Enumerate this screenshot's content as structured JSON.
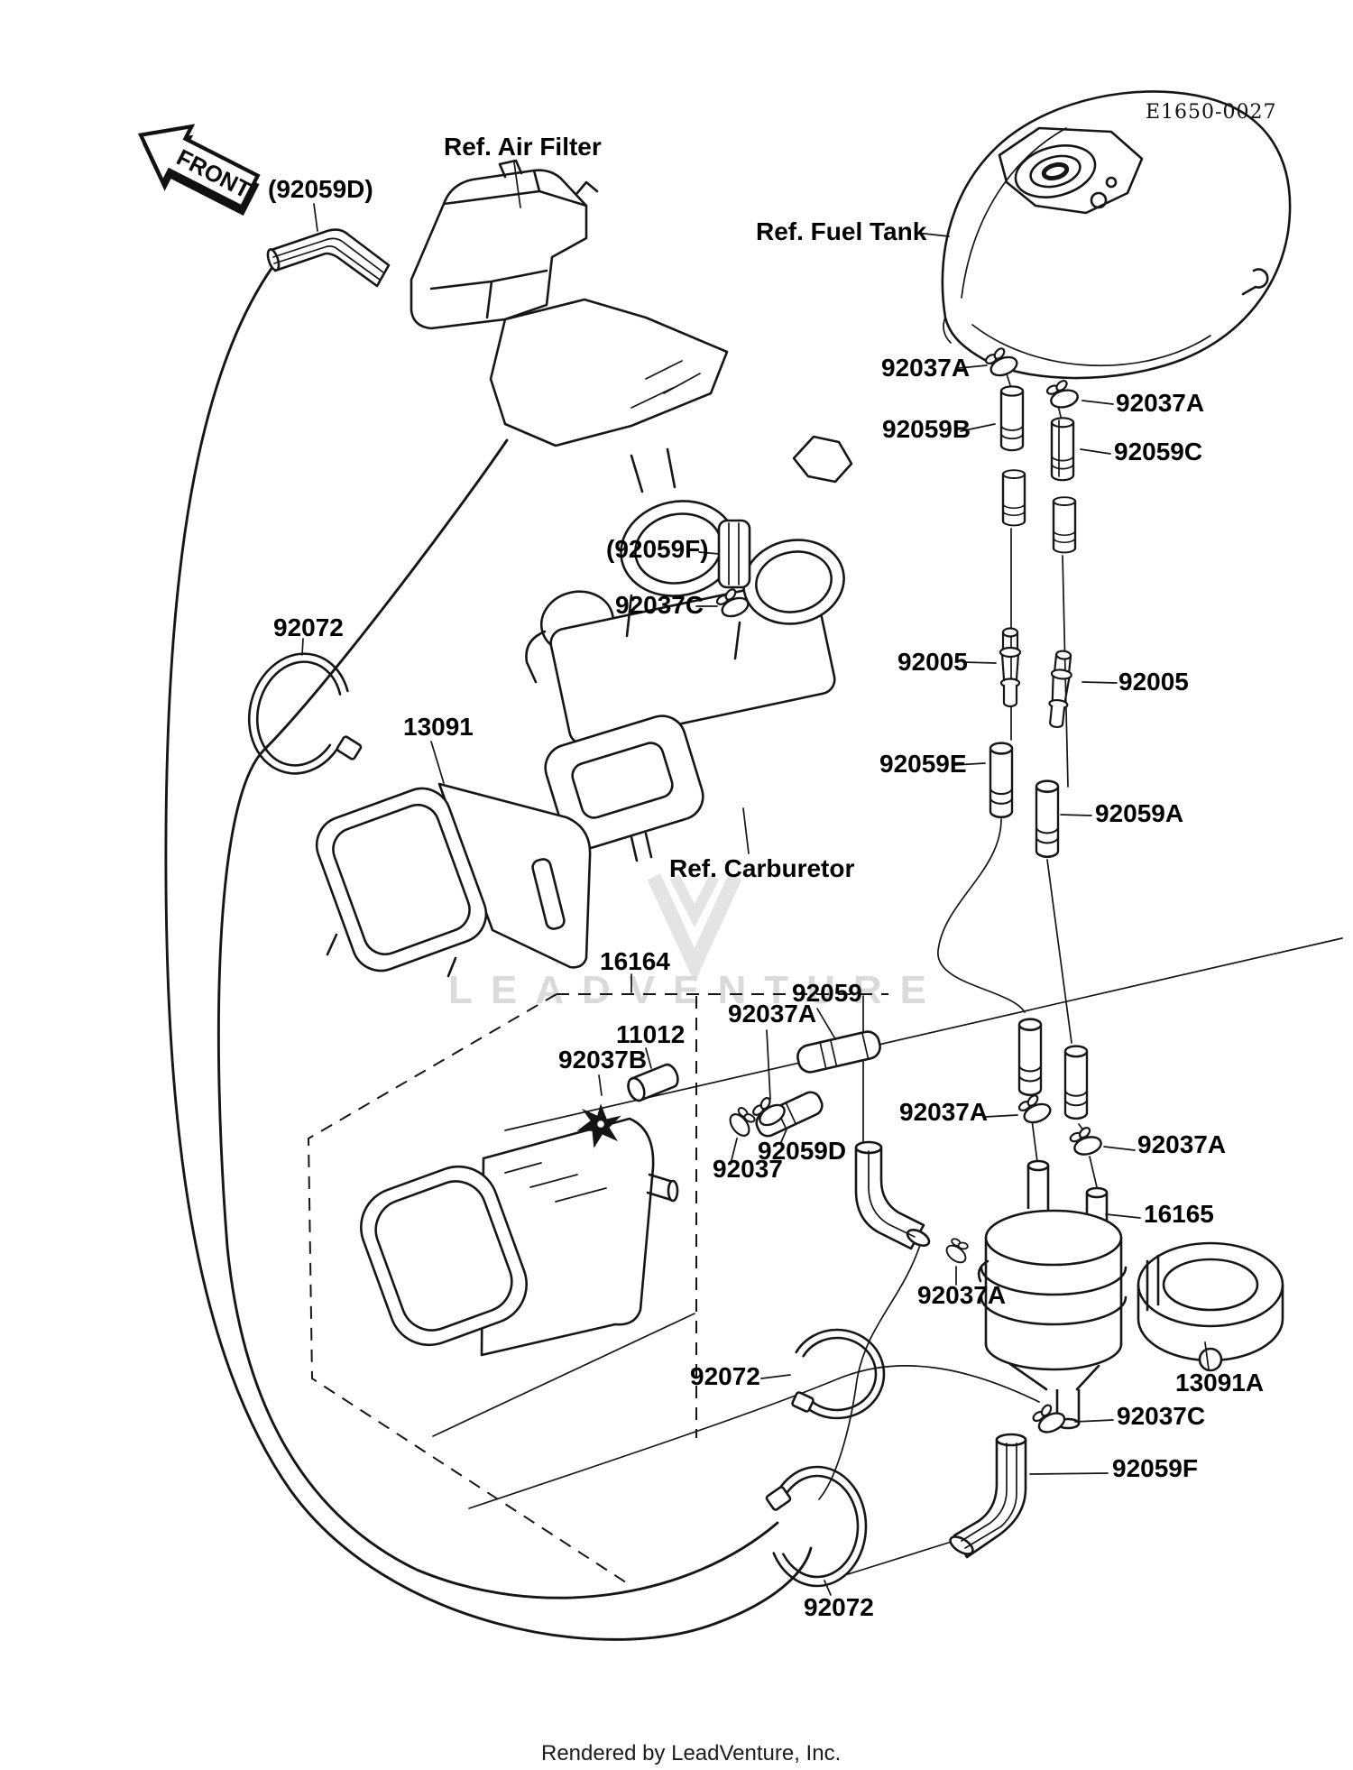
{
  "diagram": {
    "code": "E1650-0027",
    "front_badge": "FRONT",
    "watermark": "LEADVENTURE",
    "footer": "Rendered by LeadVenture, Inc.",
    "references": {
      "air_filter": "Ref. Air Filter",
      "fuel_tank": "Ref. Fuel Tank",
      "carburetor": "Ref. Carburetor"
    },
    "part_labels": [
      {
        "id": "92059D-ref",
        "text": "(92059D)"
      },
      {
        "id": "92037A-1",
        "text": "92037A"
      },
      {
        "id": "92037A-2",
        "text": "92037A"
      },
      {
        "id": "92059B",
        "text": "92059B"
      },
      {
        "id": "92059C",
        "text": "92059C"
      },
      {
        "id": "92059F-ref",
        "text": "(92059F)"
      },
      {
        "id": "92037C-1",
        "text": "92037C"
      },
      {
        "id": "92005-1",
        "text": "92005"
      },
      {
        "id": "92005-2",
        "text": "92005"
      },
      {
        "id": "92072-1",
        "text": "92072"
      },
      {
        "id": "13091",
        "text": "13091"
      },
      {
        "id": "92059E",
        "text": "92059E"
      },
      {
        "id": "92059A",
        "text": "92059A"
      },
      {
        "id": "16164",
        "text": "16164"
      },
      {
        "id": "92059",
        "text": "92059"
      },
      {
        "id": "92037A-3",
        "text": "92037A"
      },
      {
        "id": "11012",
        "text": "11012"
      },
      {
        "id": "92037B",
        "text": "92037B"
      },
      {
        "id": "92059D",
        "text": "92059D"
      },
      {
        "id": "92037",
        "text": "92037"
      },
      {
        "id": "92037A-4",
        "text": "92037A"
      },
      {
        "id": "92037A-5",
        "text": "92037A"
      },
      {
        "id": "16165",
        "text": "16165"
      },
      {
        "id": "92037A-6",
        "text": "92037A"
      },
      {
        "id": "13091A",
        "text": "13091A"
      },
      {
        "id": "92072-2",
        "text": "92072"
      },
      {
        "id": "92037C-2",
        "text": "92037C"
      },
      {
        "id": "92059F",
        "text": "92059F"
      },
      {
        "id": "92072-3",
        "text": "92072"
      }
    ]
  }
}
